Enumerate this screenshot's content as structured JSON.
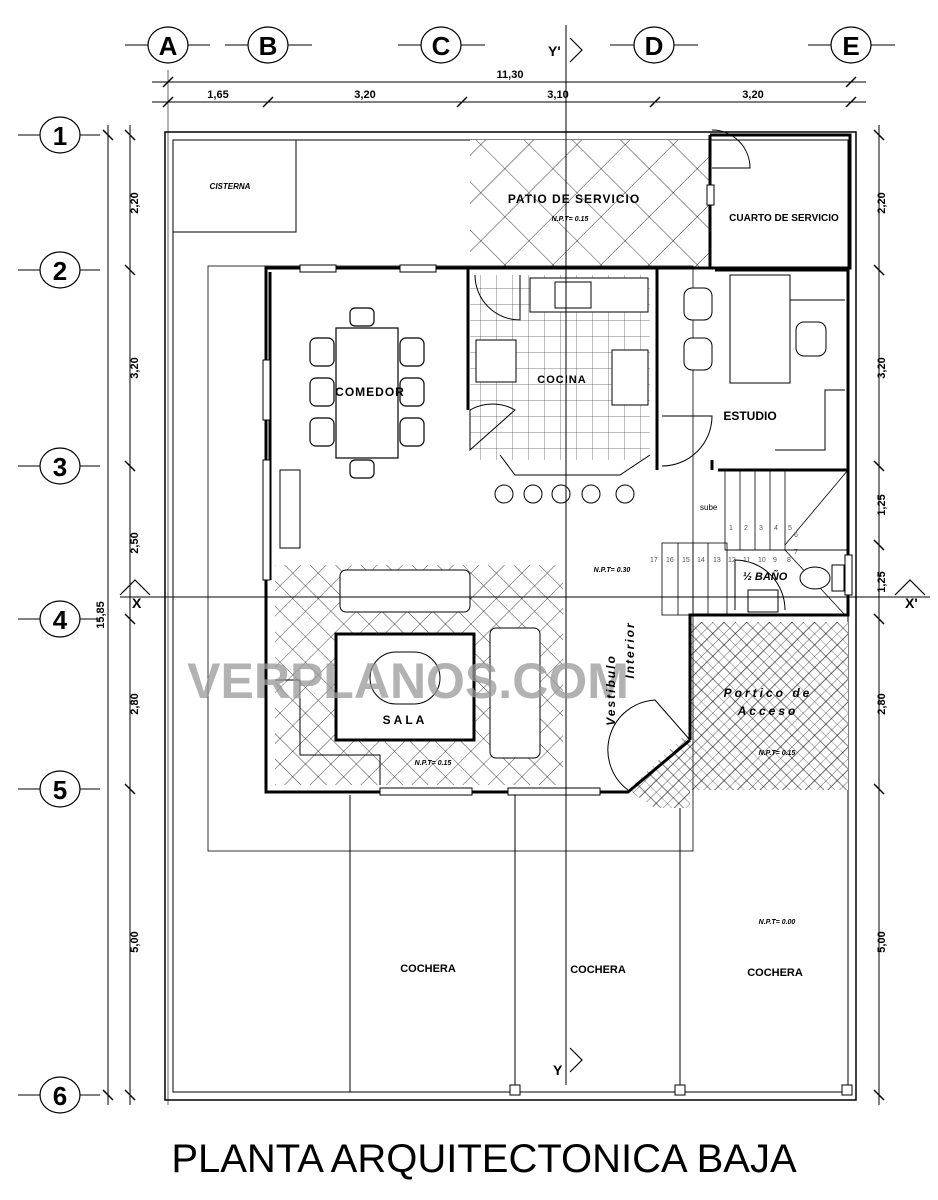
{
  "title": "PLANTA ARQUITECTONICA BAJA",
  "watermark": "VERPLANOS.COM",
  "grid_columns": [
    "A",
    "B",
    "C",
    "D",
    "E"
  ],
  "grid_rows": [
    "1",
    "2",
    "3",
    "4",
    "5",
    "6"
  ],
  "section_marks": {
    "x_left": "X",
    "x_right": "X'",
    "y_top": "Y'",
    "y_bottom": "Y"
  },
  "dimensions": {
    "total_width": "11,30",
    "top": [
      "1,65",
      "3,20",
      "3,10",
      "3,20"
    ],
    "total_depth": "15,85",
    "left": [
      "2,20",
      "3,20",
      "2,50",
      "2,80",
      "5,00"
    ],
    "right": [
      "2,20",
      "3,20",
      "1,25",
      "1,25",
      "2,80",
      "5,00"
    ]
  },
  "rooms": {
    "cisterna": "CISTERNA",
    "patio": "PATIO DE SERVICIO",
    "patio_npt": "N.P.T= 0.15",
    "cuarto": "CUARTO DE SERVICIO",
    "comedor": "COMEDOR",
    "cocina": "COCINA",
    "estudio": "ESTUDIO",
    "sube": "sube",
    "bano": "½ BAÑO",
    "vestibulo_npt": "N.P.T= 0.30",
    "vestibulo_1": "Vestibulo",
    "vestibulo_2": "Interior",
    "portico_1": "Portico de",
    "portico_2": "Acceso",
    "portico_npt": "N.P.T= 0.15",
    "sala": "SALA",
    "sala_npt": "N.P.T= 0.15",
    "cochera_1": "COCHERA",
    "cochera_2": "COCHERA",
    "cochera_3": "COCHERA",
    "cochera_npt": "N.P.T= 0.00"
  },
  "stair_steps": [
    "1",
    "2",
    "3",
    "4",
    "5",
    "6",
    "7",
    "8",
    "9",
    "10",
    "11",
    "12",
    "13",
    "14",
    "15",
    "16",
    "17"
  ]
}
